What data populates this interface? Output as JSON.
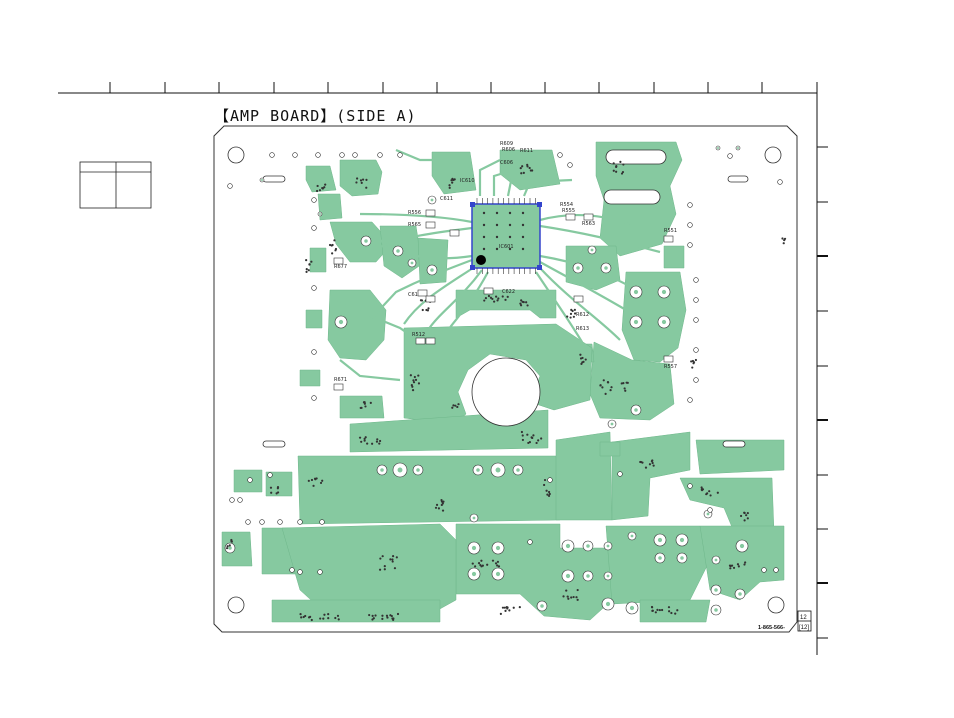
{
  "title": "【AMP BOARD】(SIDE A)",
  "board_number": "1-865-566-",
  "page_box": {
    "top": "12",
    "bottom": "[12]"
  },
  "ic_label": "IC601",
  "component_labels": [
    "R609",
    "R606",
    "C606",
    "R611",
    "C611",
    "IC610",
    "R554",
    "R555",
    "R556",
    "R565",
    "R563",
    "R551",
    "R557",
    "R677",
    "R671",
    "C614",
    "C622",
    "R512",
    "R612",
    "R613"
  ],
  "colors": {
    "copper": "#86c9a0",
    "trace": "#86c9a0",
    "outline": "#333333",
    "ic_frame": "#3344cc"
  }
}
